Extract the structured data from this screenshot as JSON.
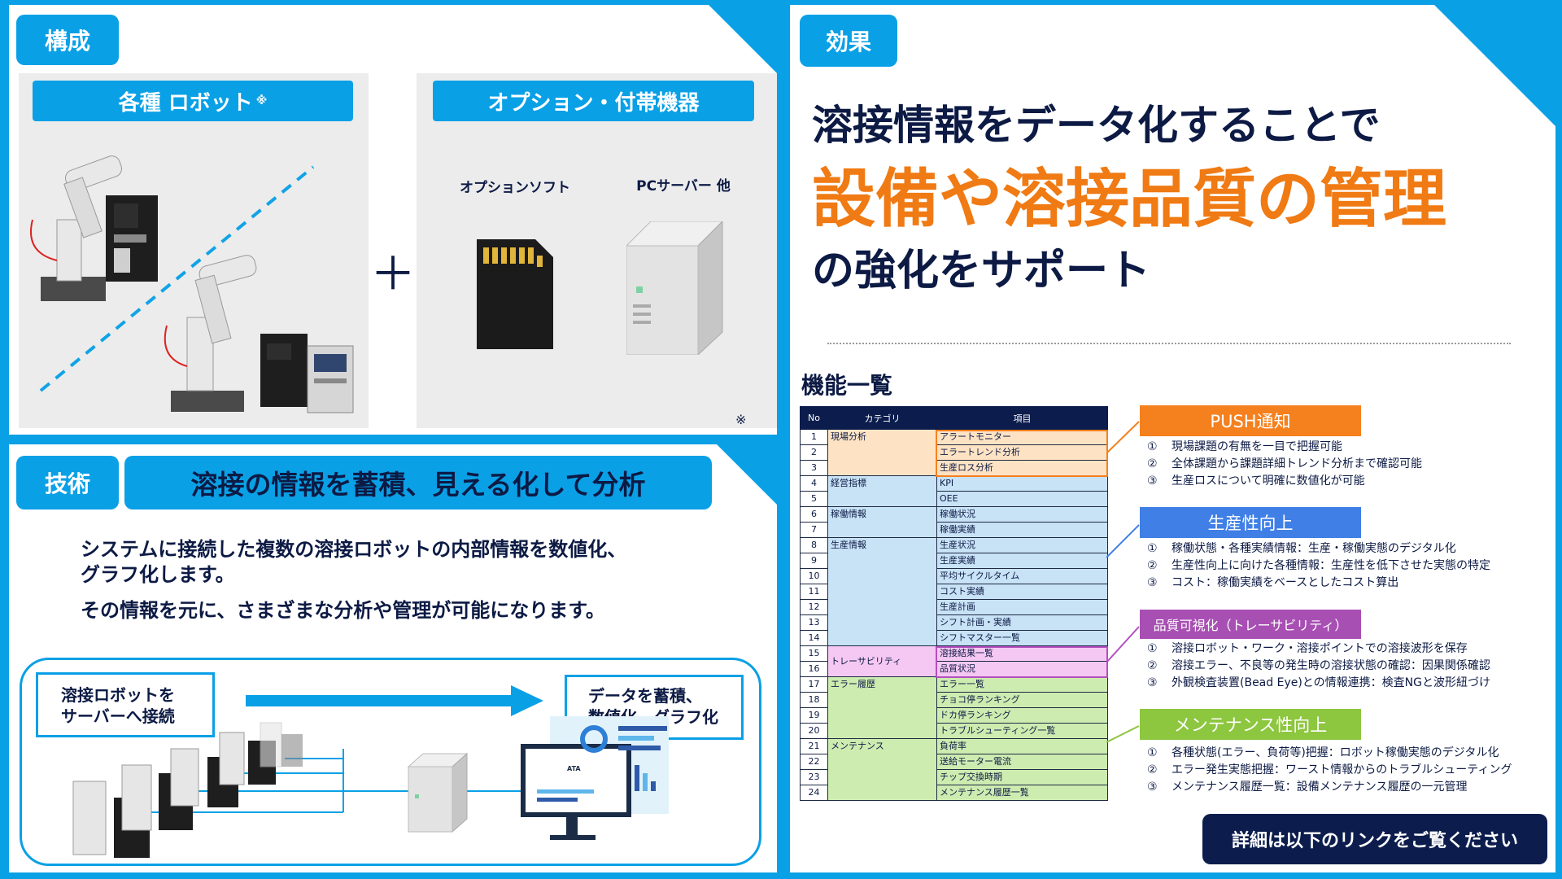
{
  "composition": {
    "tag": "構成",
    "robots_label": "各種 ロボット",
    "robots_mark": "※",
    "options_label": "オプション・付帯機器",
    "plus": "＋",
    "option_soft": "オプションソフト",
    "pc_server": "PCサーバー 他",
    "note_mark": "※"
  },
  "technology": {
    "tag": "技術",
    "headline": "溶接の情報を蓄積、見える化して分析",
    "body_line1": "システムに接続した複数の溶接ロボットの内部情報を数値化、",
    "body_line2": "グラフ化します。",
    "body_line3": "その情報を元に、さまざまな分析や管理が可能になります。",
    "box_left_line1": "溶接ロボットを",
    "box_left_line2": "サーバーへ接続",
    "box_right_line1": "データを蓄積、",
    "box_right_line2": "数値化、グラフ化",
    "monitor_label": "ATA"
  },
  "effect": {
    "tag": "効果",
    "line1": "溶接情報をデータ化することで",
    "line2": "設備や溶接品質の管理",
    "line3": "の強化をサポート",
    "accent_color": "#f07a13"
  },
  "features": {
    "title": "機能一覧",
    "headers": [
      "No",
      "カテゴリ",
      "項目"
    ],
    "rows": [
      {
        "no": "1",
        "cat": "現場分析",
        "item": "アラートモニター"
      },
      {
        "no": "2",
        "cat": "",
        "item": "エラートレンド分析"
      },
      {
        "no": "3",
        "cat": "",
        "item": "生産ロス分析"
      },
      {
        "no": "4",
        "cat": "経営指標",
        "item": "KPI"
      },
      {
        "no": "5",
        "cat": "",
        "item": "OEE"
      },
      {
        "no": "6",
        "cat": "稼働情報",
        "item": "稼働状況"
      },
      {
        "no": "7",
        "cat": "",
        "item": "稼働実績"
      },
      {
        "no": "8",
        "cat": "生産情報",
        "item": "生産状況"
      },
      {
        "no": "9",
        "cat": "",
        "item": "生産実績"
      },
      {
        "no": "10",
        "cat": "",
        "item": "平均サイクルタイム"
      },
      {
        "no": "11",
        "cat": "",
        "item": "コスト実績"
      },
      {
        "no": "12",
        "cat": "",
        "item": "生産計画"
      },
      {
        "no": "13",
        "cat": "",
        "item": "シフト計画・実績"
      },
      {
        "no": "14",
        "cat": "",
        "item": "シフトマスター一覧"
      },
      {
        "no": "15",
        "cat": "トレーサビリティ",
        "item": "溶接結果一覧"
      },
      {
        "no": "16",
        "cat": "",
        "item": "品質状況"
      },
      {
        "no": "17",
        "cat": "エラー履歴",
        "item": "エラー一覧"
      },
      {
        "no": "18",
        "cat": "",
        "item": "チョコ停ランキング"
      },
      {
        "no": "19",
        "cat": "",
        "item": "ドカ停ランキング"
      },
      {
        "no": "20",
        "cat": "",
        "item": "トラブルシューティング一覧"
      },
      {
        "no": "21",
        "cat": "メンテナンス",
        "item": "負荷率"
      },
      {
        "no": "22",
        "cat": "",
        "item": "送給モーター電流"
      },
      {
        "no": "23",
        "cat": "",
        "item": "チップ交換時期"
      },
      {
        "no": "24",
        "cat": "",
        "item": "メンテナンス履歴一覧"
      }
    ],
    "groups": [
      {
        "label": "PUSH通知",
        "color": "#f5801e",
        "items": [
          {
            "n": "①",
            "t": "現場課題の有無を一目で把握可能"
          },
          {
            "n": "②",
            "t": "全体課題から課題詳細トレンド分析まで確認可能"
          },
          {
            "n": "③",
            "t": "生産ロスについて明確に数値化が可能"
          }
        ]
      },
      {
        "label": "生産性向上",
        "color": "#3f7fe6",
        "items": [
          {
            "n": "①",
            "t": "稼働状態・各種実績情報：生産・稼働実態のデジタル化"
          },
          {
            "n": "②",
            "t": "生産性向上に向けた各種情報：生産性を低下させた実態の特定"
          },
          {
            "n": "③",
            "t": "コスト：稼働実績をベースとしたコスト算出"
          }
        ]
      },
      {
        "label": "品質可視化（トレーサビリティ）",
        "color": "#a84fb4",
        "items": [
          {
            "n": "①",
            "t": "溶接ロボット・ワーク・溶接ポイントでの溶接波形を保存"
          },
          {
            "n": "②",
            "t": "溶接エラー、不良等の発生時の溶接状態の確認：因果関係確認"
          },
          {
            "n": "③",
            "t": "外観検査装置(Bead Eye)との情報連携：検査NGと波形紐づけ"
          }
        ]
      },
      {
        "label": "メンテナンス性向上",
        "color": "#8dc63f",
        "items": [
          {
            "n": "①",
            "t": "各種状態(エラー、負荷等)把握：ロボット稼働実態のデジタル化"
          },
          {
            "n": "②",
            "t": "エラー発生実態把握：ワースト情報からのトラブルシューティング"
          },
          {
            "n": "③",
            "t": "メンテナンス履歴一覧：設備メンテナンス履歴の一元管理"
          }
        ]
      }
    ]
  },
  "cta": {
    "label": "詳細は以下のリンクをご覧ください",
    "color": "#0c1d4d"
  }
}
